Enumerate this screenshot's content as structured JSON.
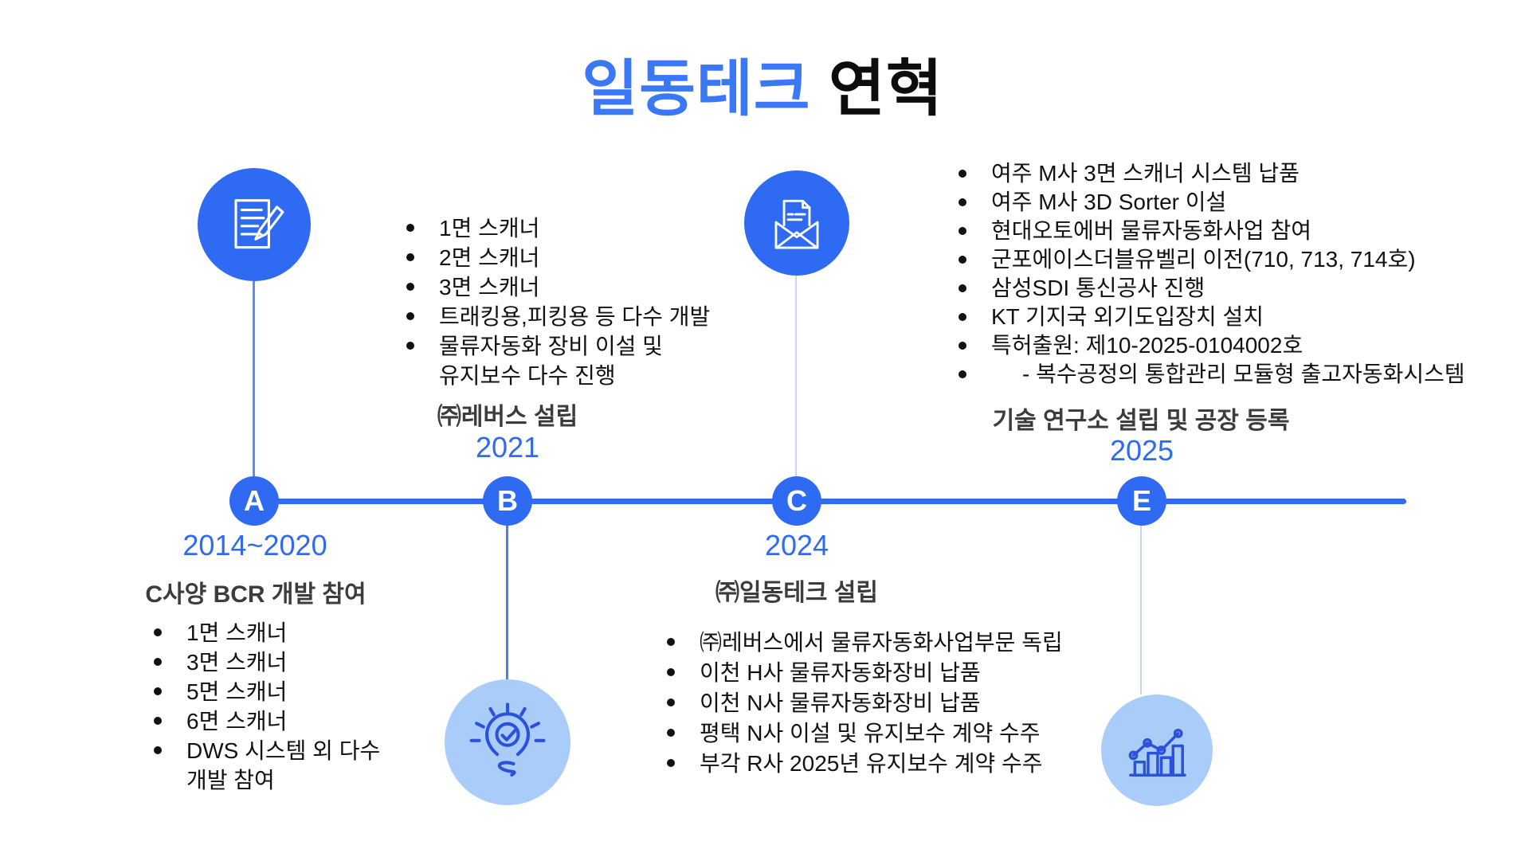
{
  "title": {
    "brand": "일동테크",
    "suffix": " 연혁"
  },
  "colors": {
    "primary_blue": "#2f6bf2",
    "title_blue": "#3b78f5",
    "light_circle_blue": "#a9ccf8",
    "icon_stroke_blue": "#2b52da",
    "heading_gray": "#3c3c3c"
  },
  "timeline": {
    "sections": [
      {
        "letter": "A",
        "year": "2014~2020",
        "heading": "C사양 BCR 개발 참여",
        "icon": "document-edit-icon",
        "items": [
          {
            "bullet": true,
            "text": "1면 스캐너"
          },
          {
            "bullet": true,
            "text": "3면 스캐너"
          },
          {
            "bullet": true,
            "text": "5면 스캐너"
          },
          {
            "bullet": true,
            "text": "6면 스캐너"
          },
          {
            "bullet": true,
            "text": "DWS 시스템 외 다수"
          },
          {
            "bullet": false,
            "text": "개발 참여"
          }
        ]
      },
      {
        "letter": "B",
        "year": "2021",
        "heading": "㈜레버스 설립",
        "icon": "lightbulb-check-icon",
        "items": [
          {
            "bullet": true,
            "text": "1면 스캐너"
          },
          {
            "bullet": true,
            "text": "2면 스캐너"
          },
          {
            "bullet": true,
            "text": "3면 스캐너"
          },
          {
            "bullet": true,
            "text": "트래킹용,피킹용 등 다수 개발"
          },
          {
            "bullet": true,
            "text": "물류자동화 장비 이설 및"
          },
          {
            "bullet": false,
            "text": "유지보수 다수 진행"
          }
        ]
      },
      {
        "letter": "C",
        "year": "2024",
        "heading": "㈜일동테크 설립",
        "icon": "mail-open-icon",
        "items": [
          {
            "bullet": true,
            "text": "㈜레버스에서 물류자동화사업부문 독립"
          },
          {
            "bullet": true,
            "text": "이천 H사 물류자동화장비 납품"
          },
          {
            "bullet": true,
            "text": "이천 N사 물류자동화장비 납품"
          },
          {
            "bullet": true,
            "text": "평택 N사 이설 및 유지보수 계약 수주"
          },
          {
            "bullet": true,
            "text": "부각 R사 2025년 유지보수 계약 수주"
          }
        ]
      },
      {
        "letter": "E",
        "year": "2025",
        "heading": "기술 연구소 설립 및 공장 등록",
        "icon": "growth-chart-icon",
        "items": [
          {
            "bullet": true,
            "text": "여주 M사 3면 스캐너 시스템 납품"
          },
          {
            "bullet": true,
            "text": "여주 M사 3D Sorter 이설"
          },
          {
            "bullet": true,
            "text": "현대오토에버 물류자동화사업 참여"
          },
          {
            "bullet": true,
            "text": "군포에이스더블유벨리 이전(710, 713, 714호)"
          },
          {
            "bullet": true,
            "text": "삼성SDI 통신공사 진행"
          },
          {
            "bullet": true,
            "text": "KT 기지국 외기도입장치 설치"
          },
          {
            "bullet": true,
            "text": "특허출원: 제10-2025-0104002호"
          },
          {
            "bullet": true,
            "pad": true,
            "text": "- 복수공정의 통합관리 모듈형 출고자동화시스템"
          }
        ]
      }
    ]
  }
}
